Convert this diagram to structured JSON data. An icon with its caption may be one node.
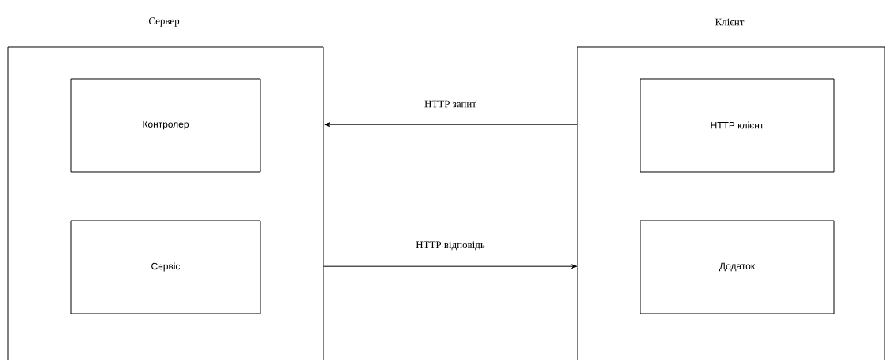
{
  "diagram": {
    "nodes": [
      {
        "text": [
          "Сервер"
        ]
      },
      {
        "text": [
          "Контролер"
        ],
        "in": 0
      },
      {
        "text": [
          "Сервіс"
        ],
        "in": 0
      },
      {
        "text": [
          "Клієнт"
        ]
      },
      {
        "text": [
          "HTTP клієнт"
        ],
        "in": 3
      },
      {
        "text": [
          "Додаток"
        ],
        "in": 3
      }
    ],
    "edges": [
      {
        "from": 3,
        "to": 0,
        "arrow": "to",
        "label": "HTTP запит"
      },
      {
        "from": 0,
        "to": 3,
        "arrow": "to",
        "label": "HTTP відповідь"
      }
    ]
  }
}
